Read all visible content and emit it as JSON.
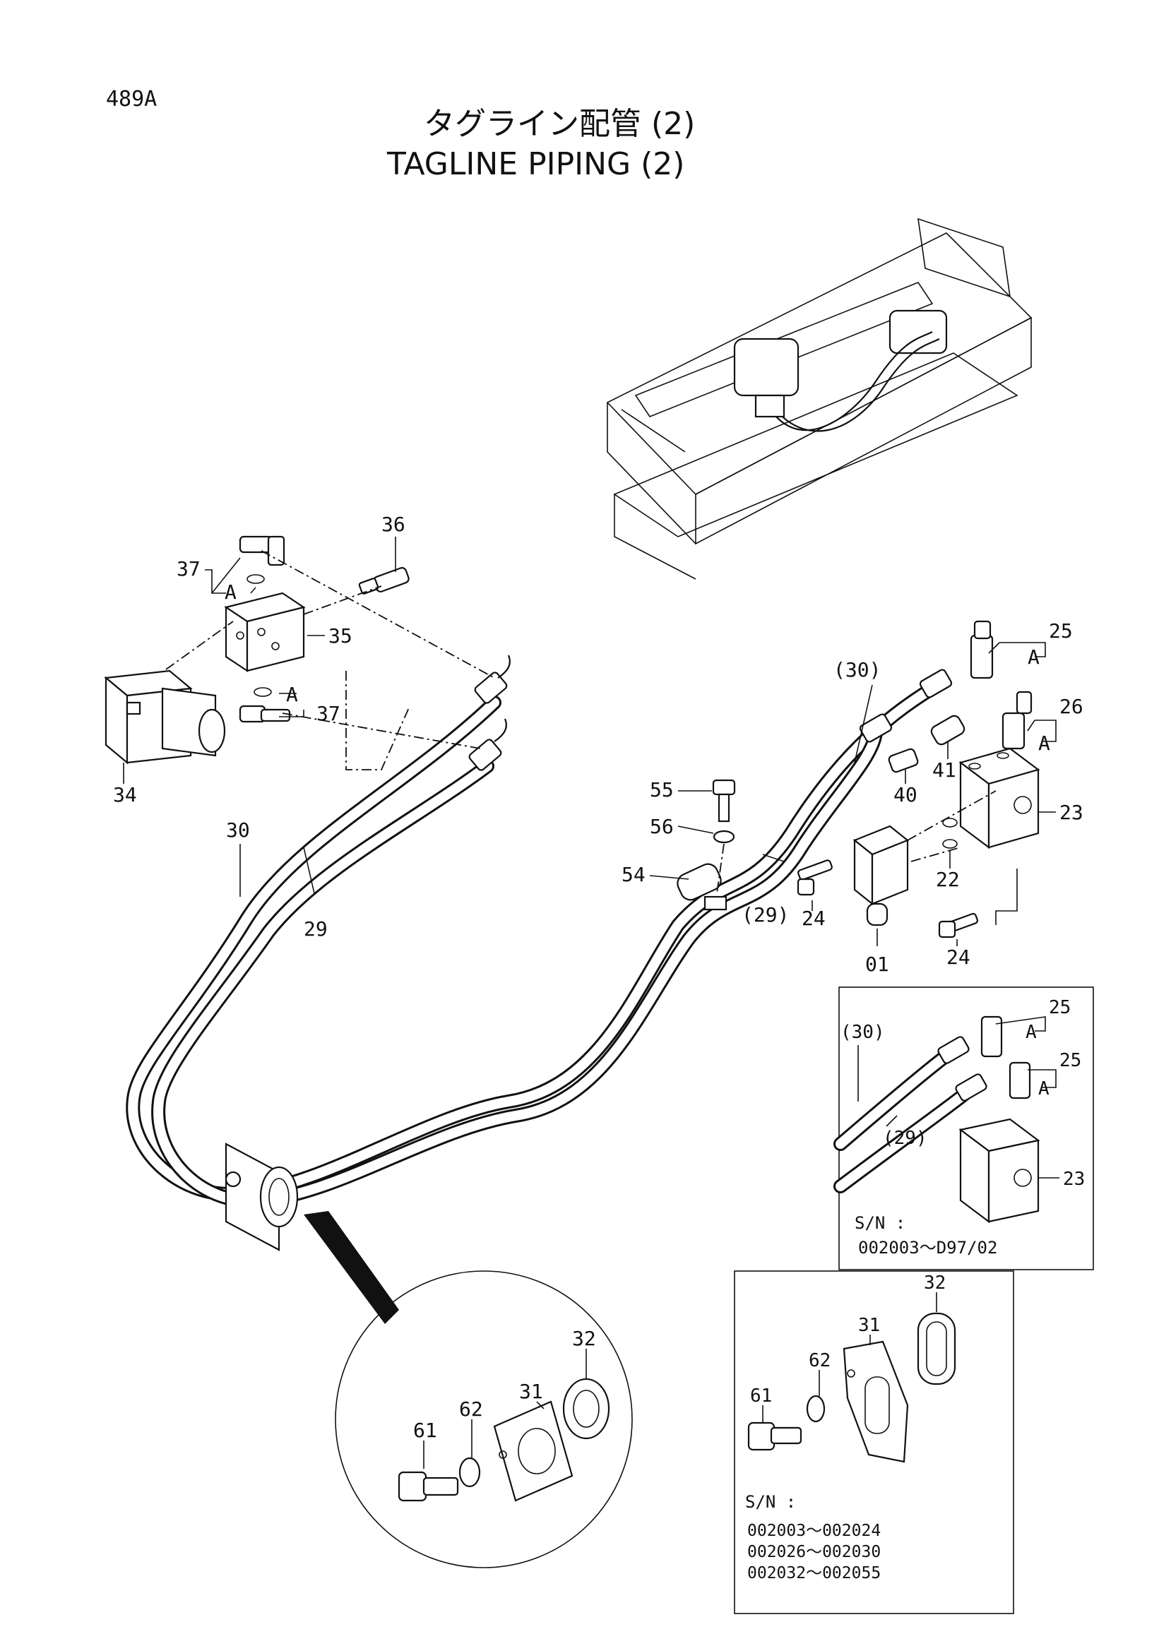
{
  "page": {
    "page_code": "489A",
    "title_jp": "タグライン配管 (2)",
    "title_en": "TAGLINE PIPING (2)"
  },
  "callouts": {
    "p36": "36",
    "p37a": "37",
    "p37b": "37",
    "p35": "35",
    "p34": "34",
    "pA1": "A",
    "pA2": "A",
    "p30": "30",
    "p29": "29",
    "p30p": "(30)",
    "p29p": "(29)",
    "p25a": "25",
    "p26": "26",
    "pA3": "A",
    "pA4": "A",
    "p41": "41",
    "p40": "40",
    "p23": "23",
    "p22": "22",
    "p55": "55",
    "p56": "56",
    "p54": "54",
    "p24a": "24",
    "p24b": "24",
    "p01": "01",
    "p61": "61",
    "p62": "62",
    "p31": "31",
    "p32": "32"
  },
  "inset_sn_1": {
    "p25a": "25",
    "p25b": "25",
    "pA1": "A",
    "pA2": "A",
    "p30p": "(30)",
    "p29p": "(29)",
    "p23": "23",
    "sn_label": "S/N :",
    "sn_range": "002003～D97/02"
  },
  "inset_sn_2": {
    "p61": "61",
    "p62": "62",
    "p31": "31",
    "p32": "32",
    "sn_label": "S/N :",
    "sn_ranges": [
      "002003～002024",
      "002026～002030",
      "002032～002055"
    ]
  }
}
